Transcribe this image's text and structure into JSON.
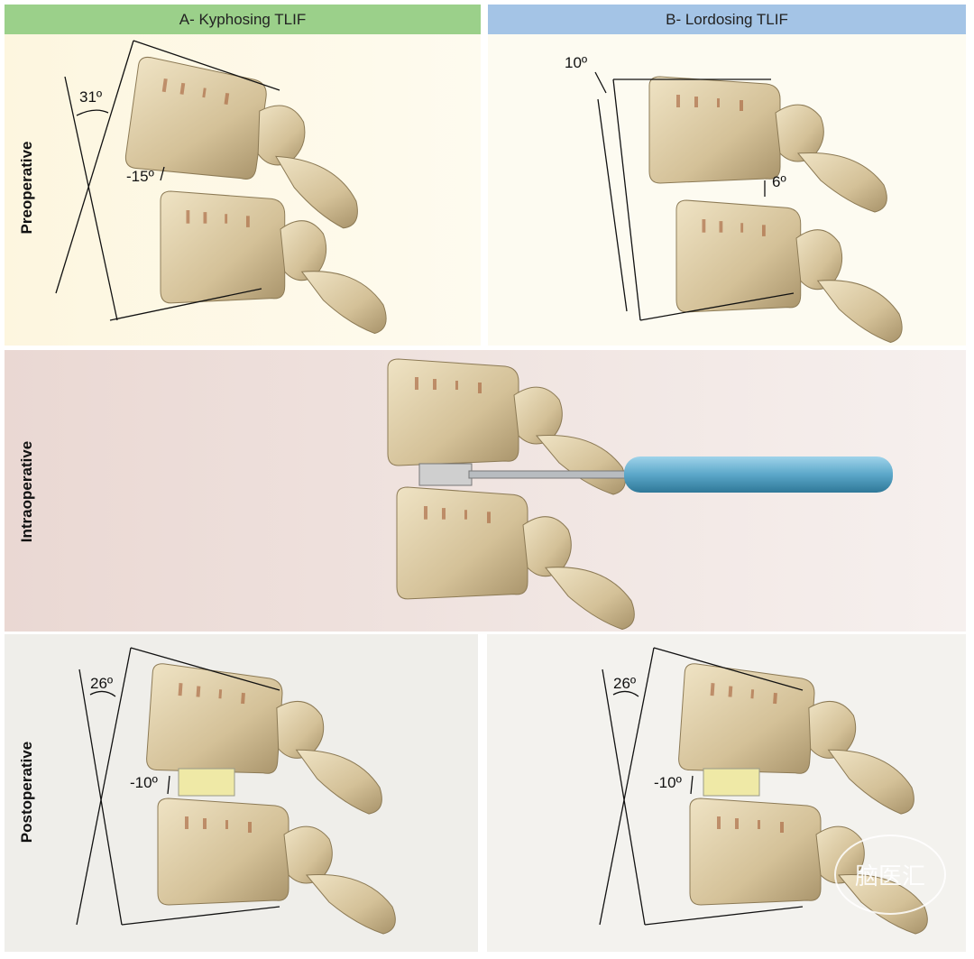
{
  "columns": {
    "a": "A- Kyphosing TLIF",
    "b": "B- Lordosing TLIF"
  },
  "rows": {
    "pre": "Preoperative",
    "intra": "Intraoperative",
    "post": "Postoperative"
  },
  "angles": {
    "pre_a_segment": "31º",
    "pre_a_disc": "-15º",
    "pre_b_segment": "10º",
    "pre_b_disc": "6º",
    "post_a_segment": "26º",
    "post_a_disc": "-10º",
    "post_b_segment": "26º",
    "post_b_disc": "-10º"
  },
  "watermark": "脑医汇",
  "colors": {
    "header_a": "#9bd08a",
    "header_b": "#a4c4e6",
    "instrument": "#5ba7c9",
    "bone": "#d8c8a0"
  }
}
